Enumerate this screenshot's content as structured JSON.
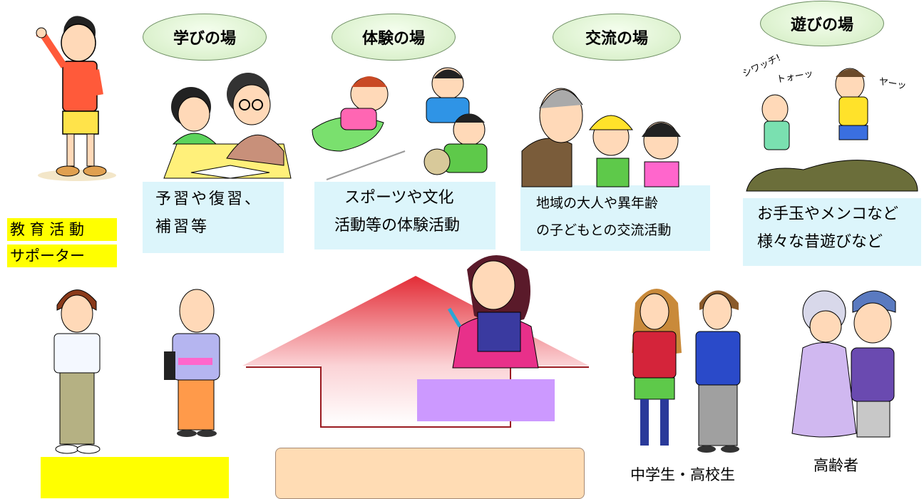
{
  "venues": {
    "learning": "学びの場",
    "experience": "体験の場",
    "exchange": "交流の場",
    "play": "遊びの場"
  },
  "activities": {
    "learning_1": "予習や復習、",
    "learning_2": "補習等",
    "experience_1": "スポーツや文化",
    "experience_2": "活動等の体験活動",
    "exchange_1": "地域の大人や異年齢",
    "exchange_2": "の子どもとの交流活動",
    "play_1": "お手玉やメンコなど",
    "play_2": "様々な昔遊びなど"
  },
  "supporter_label": {
    "line1": "教 育 活 動",
    "line2": "サポーター"
  },
  "captions": {
    "students": "中学生・高校生",
    "seniors": "高齢者"
  },
  "sfx": {
    "shiwatchi": "シワッチ!",
    "toottsu": "トォーッ",
    "yaattsu": "ヤーッ"
  },
  "colors": {
    "oval_fill": "#dff3d2",
    "activity_box": "#dcf5fb",
    "highlight_yellow": "#ffff00",
    "purple_box": "#cc99ff",
    "peach_box": "#ffdcb4",
    "arrow_red": "#e8303a"
  }
}
